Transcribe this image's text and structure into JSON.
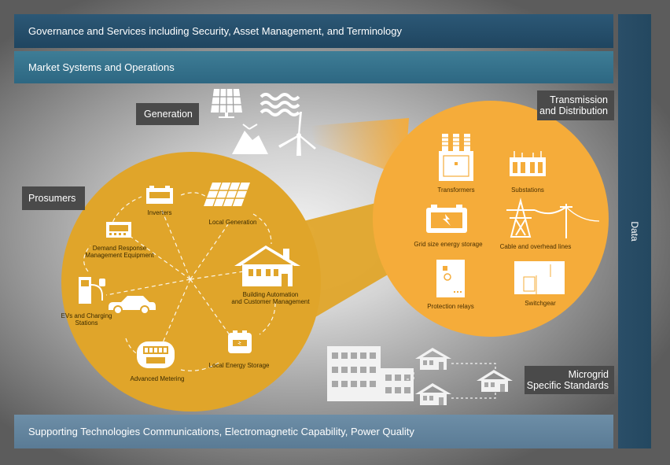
{
  "bands": {
    "governance": "Governance and Services including Security, Asset Management, and Terminology",
    "market": "Market Systems and Operations",
    "supporting": "Supporting Technologies Communications, Electromagnetic Capability, Power Quality"
  },
  "data_label": "Data",
  "tags": {
    "generation": "Generation",
    "prosumers": "Prosumers",
    "td": [
      "Transmission",
      "and Distribution"
    ],
    "microgrid": [
      "Microgrid",
      "Specific Standards"
    ]
  },
  "prosumers_items": {
    "inverters": "Inverters",
    "local_generation": "Local Generation",
    "demand_response": [
      "Demand Response",
      "Management Equipment"
    ],
    "building": [
      "Building Automation",
      "and Customer Management"
    ],
    "evs": [
      "EVs and Charging",
      "Stations"
    ],
    "storage": "Local Energy Storage",
    "metering": "Advanced Metering"
  },
  "td_items": {
    "transformers": "Transformers",
    "substations": "Substations",
    "grid_storage": "Grid size energy storage",
    "cable_lines": "Cable and overhead lines",
    "protection_relays": "Protection relays",
    "switchgear": "Switchgear"
  },
  "colors": {
    "prosumers_circle": "#e0a52a",
    "td_circle": "#f5ac3a",
    "governance_band": "#234d68",
    "market_band": "#357390",
    "supporting_band": "#6586a0",
    "tag": "#4a4a4a"
  }
}
